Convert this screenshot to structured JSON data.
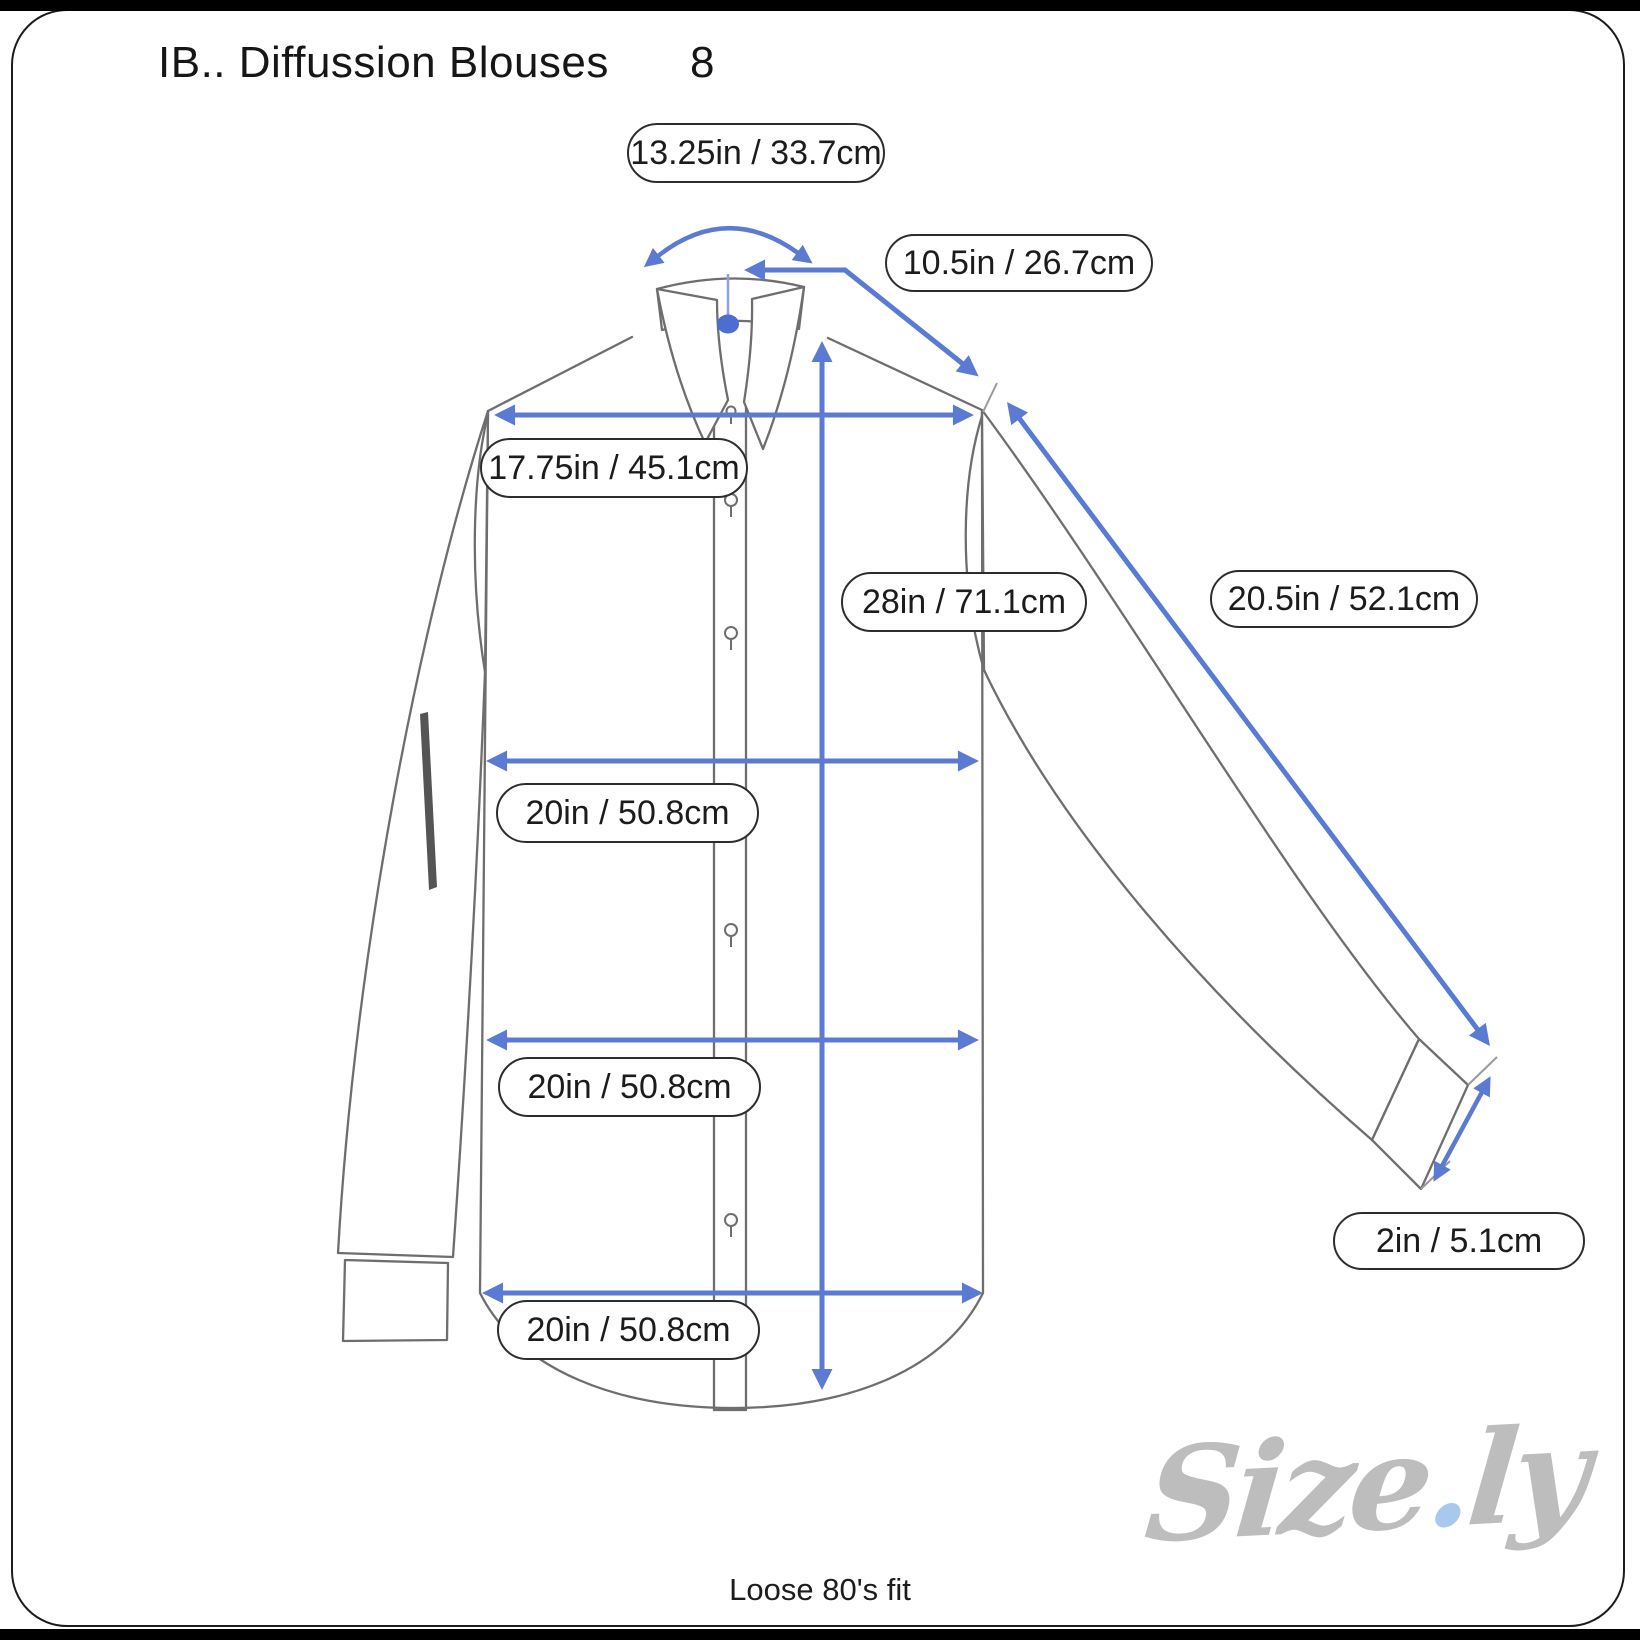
{
  "header": {
    "brand": "IB.. Diffussion Blouses",
    "size": "8"
  },
  "footer": {
    "fit_note": "Loose 80's fit"
  },
  "watermark": {
    "name": "Size.ly",
    "main": "Size",
    "dot": ".",
    "suffix": "ly"
  },
  "colors": {
    "arrow_blue": "#5b7ad2",
    "collar_dot_blue": "#4a6fd1",
    "outline_gray": "#6e6e6e",
    "pill_border": "#2d2d2d",
    "pill_text": "#1c1c1c",
    "watermark_gray": "#bdbdbd",
    "watermark_dot_blue": "#a8c8ee",
    "frame_black": "#1c1c1c"
  },
  "measurements": {
    "collar": {
      "label": "13.25in / 33.7cm",
      "inches": 13.25,
      "cm": 33.7
    },
    "shoulder_to_collar": {
      "label": "10.5in / 26.7cm",
      "inches": 10.5,
      "cm": 26.7
    },
    "shoulder_width": {
      "label": "17.75in / 45.1cm",
      "inches": 17.75,
      "cm": 45.1
    },
    "body_length": {
      "label": "28in / 71.1cm",
      "inches": 28,
      "cm": 71.1
    },
    "sleeve_length": {
      "label": "20.5in / 52.1cm",
      "inches": 20.5,
      "cm": 52.1
    },
    "chest_width": {
      "label": "20in / 50.8cm",
      "inches": 20,
      "cm": 50.8
    },
    "waist_width": {
      "label": "20in / 50.8cm",
      "inches": 20,
      "cm": 50.8
    },
    "hem_width": {
      "label": "20in / 50.8cm",
      "inches": 20,
      "cm": 50.8
    },
    "cuff": {
      "label": "2in / 5.1cm",
      "inches": 2,
      "cm": 5.1
    }
  }
}
